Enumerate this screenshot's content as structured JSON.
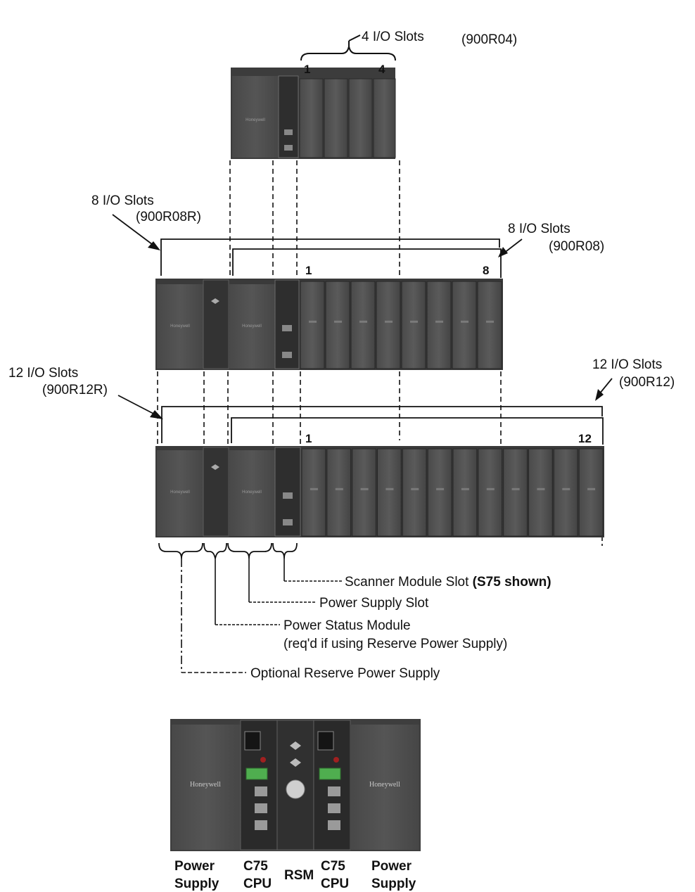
{
  "labels": {
    "r04_title": "4 I/O Slots",
    "r04_model": "(900R04)",
    "r04_first": "1",
    "r04_last": "4",
    "r08r_title": "8 I/O Slots",
    "r08r_model": "(900R08R)",
    "r08_title": "8 I/O Slots",
    "r08_model": "(900R08)",
    "r08_first": "1",
    "r08_last": "8",
    "r12r_title": "12 I/O Slots",
    "r12r_model": "(900R12R)",
    "r12_title": "12 I/O Slots",
    "r12_model": "(900R12)",
    "r12_first": "1",
    "r12_last": "12"
  },
  "callouts": {
    "scanner": "Scanner  Module Slot",
    "scanner_bold": "(S75 shown)",
    "power_supply_slot": "Power Supply Slot",
    "power_status": "Power Status Module",
    "power_status_note": "(req'd if using Reserve Power Supply)",
    "reserve_supply": "Optional Reserve Power Supply"
  },
  "brand": "Honeywell",
  "bottom_labels": {
    "ps_left_1": "Power",
    "ps_left_2": "Supply",
    "cpu_left_1": "C75",
    "cpu_left_2": "CPU",
    "rsm": "RSM",
    "cpu_right_1": "C75",
    "cpu_right_2": "CPU",
    "ps_right_1": "Power",
    "ps_right_2": "Supply"
  }
}
